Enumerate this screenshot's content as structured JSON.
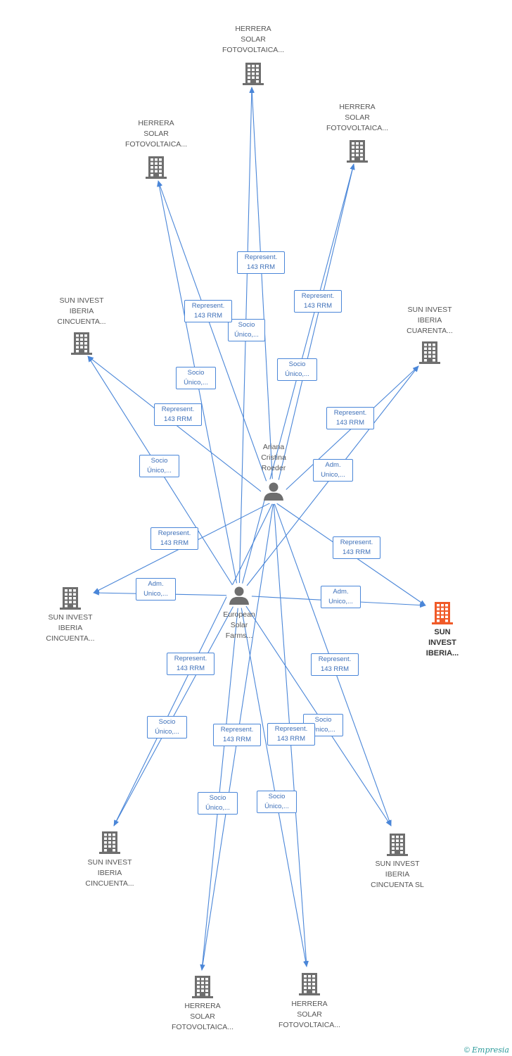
{
  "colors": {
    "edge": "#4a86d8",
    "building": "#6e6e6e",
    "focus": "#f05a28",
    "person": "#6e6e6e"
  },
  "nodes": [
    {
      "id": "hs_top",
      "type": "company",
      "label": "HERRERA\nSOLAR\nFOTOVOLTAICA..."
    },
    {
      "id": "hs_left",
      "type": "company",
      "label": "HERRERA\nSOLAR\nFOTOVOLTAICA..."
    },
    {
      "id": "hs_right",
      "type": "company",
      "label": "HERRERA\nSOLAR\nFOTOVOLTAICA..."
    },
    {
      "id": "sun_tl",
      "type": "company",
      "label": "SUN INVEST\nIBERIA\nCINCUENTA..."
    },
    {
      "id": "sun_cuarenta",
      "type": "company",
      "label": "SUN INVEST\nIBERIA\nCUARENTA..."
    },
    {
      "id": "ariana",
      "type": "person",
      "label": "Ariana\nCristina\nRoeder"
    },
    {
      "id": "sun_left",
      "type": "company",
      "label": "SUN INVEST\nIBERIA\nCINCUENTA..."
    },
    {
      "id": "european",
      "type": "person",
      "label": "European\nSolar\nFarms..."
    },
    {
      "id": "sun_focus",
      "type": "focus",
      "label": "SUN\nINVEST\nIBERIA..."
    },
    {
      "id": "sun_bl",
      "type": "company",
      "label": "SUN INVEST\nIBERIA\nCINCUENTA..."
    },
    {
      "id": "sun_br",
      "type": "company",
      "label": "SUN INVEST\nIBERIA\nCINCUENTA SL"
    },
    {
      "id": "hs_bl",
      "type": "company",
      "label": "HERRERA\nSOLAR\nFOTOVOLTAICA..."
    },
    {
      "id": "hs_br",
      "type": "company",
      "label": "HERRERA\nSOLAR\nFOTOVOLTAICA..."
    }
  ],
  "edges": [
    {
      "from": "ariana",
      "to": "hs_top",
      "label": "Represent.\n143 RRM"
    },
    {
      "from": "european",
      "to": "hs_top",
      "label": "Socio\nÚnico,..."
    },
    {
      "from": "ariana",
      "to": "hs_left",
      "label": "Represent.\n143 RRM"
    },
    {
      "from": "european",
      "to": "hs_left",
      "label": "Socio\nÚnico,..."
    },
    {
      "from": "ariana",
      "to": "hs_right",
      "label": "Represent.\n143 RRM"
    },
    {
      "from": "european",
      "to": "hs_right",
      "label": "Socio\nÚnico,..."
    },
    {
      "from": "ariana",
      "to": "sun_tl",
      "label": "Represent.\n143 RRM"
    },
    {
      "from": "european",
      "to": "sun_tl",
      "label": "Socio\nÚnico,..."
    },
    {
      "from": "ariana",
      "to": "sun_cuarenta",
      "label": "Represent.\n143 RRM"
    },
    {
      "from": "european",
      "to": "sun_cuarenta",
      "label": "Adm.\nUnico,..."
    },
    {
      "from": "ariana",
      "to": "sun_left",
      "label": "Represent.\n143 RRM"
    },
    {
      "from": "european",
      "to": "sun_left",
      "label": "Adm.\nUnico,..."
    },
    {
      "from": "ariana",
      "to": "sun_focus",
      "label": "Represent.\n143 RRM"
    },
    {
      "from": "european",
      "to": "sun_focus",
      "label": "Adm.\nUnico,..."
    },
    {
      "from": "ariana",
      "to": "sun_bl",
      "label": "Represent.\n143 RRM"
    },
    {
      "from": "european",
      "to": "sun_bl",
      "label": "Socio\nÚnico,..."
    },
    {
      "from": "ariana",
      "to": "sun_br",
      "label": "Represent.\n143 RRM"
    },
    {
      "from": "european",
      "to": "sun_br",
      "label": "Socio\nÚnico,..."
    },
    {
      "from": "ariana",
      "to": "hs_bl",
      "label": "Represent.\n143 RRM"
    },
    {
      "from": "european",
      "to": "hs_bl",
      "label": "Socio\nÚnico,..."
    },
    {
      "from": "ariana",
      "to": "hs_br",
      "label": "Represent.\n143 RRM"
    },
    {
      "from": "european",
      "to": "hs_br",
      "label": "Socio\nÚnico,..."
    }
  ],
  "footer": {
    "copyright": "©",
    "brand": "Empresia"
  }
}
